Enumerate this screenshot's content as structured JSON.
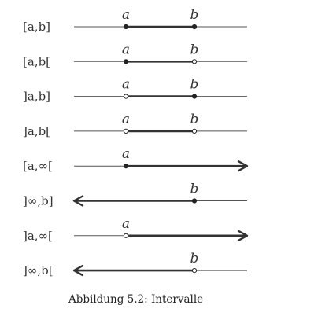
{
  "caption": "Abbildung 5.2: Intervalle",
  "rows": [
    {
      "label": "[a,b]",
      "from": "a",
      "to": "b",
      "left_closed": true,
      "right_closed": true,
      "arrow": "none",
      "point_labels": [
        "a",
        "b"
      ]
    },
    {
      "label": "[a,b[",
      "from": "a",
      "to": "b",
      "left_closed": true,
      "right_closed": false,
      "arrow": "none",
      "point_labels": [
        "a",
        "b"
      ]
    },
    {
      "label": "]a,b]",
      "from": "a",
      "to": "b",
      "left_closed": false,
      "right_closed": true,
      "arrow": "none",
      "point_labels": [
        "a",
        "b"
      ]
    },
    {
      "label": "]a,b[",
      "from": "a",
      "to": "b",
      "left_closed": false,
      "right_closed": false,
      "arrow": "none",
      "point_labels": [
        "a",
        "b"
      ]
    },
    {
      "label": "[a,∞[",
      "from": "a",
      "to": "+inf",
      "left_closed": true,
      "arrow": "right",
      "point_labels": [
        "a"
      ]
    },
    {
      "label": "]∞,b]",
      "from": "-inf",
      "to": "b",
      "right_closed": true,
      "arrow": "left",
      "point_labels": [
        "b"
      ]
    },
    {
      "label": "]a,∞[",
      "from": "a",
      "to": "+inf",
      "left_closed": false,
      "arrow": "right",
      "point_labels": [
        "a"
      ]
    },
    {
      "label": "]∞,b[",
      "from": "-inf",
      "to": "b",
      "right_closed": false,
      "arrow": "left",
      "point_labels": [
        "b"
      ]
    }
  ]
}
